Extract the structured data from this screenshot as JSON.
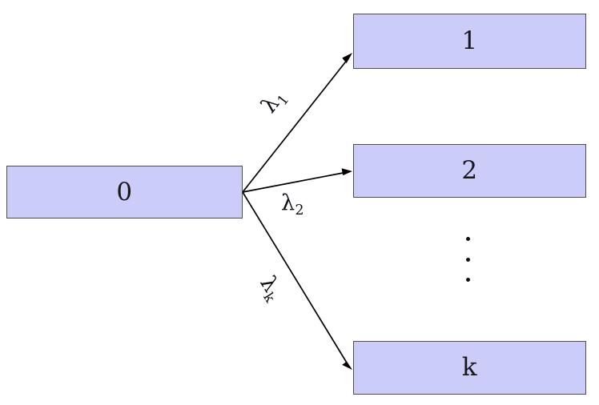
{
  "diagram": {
    "type": "star-topology-node-graph",
    "background_color": "#ffffff",
    "node_fill_color": "#ccccf8",
    "node_border_color": "#4d4d55",
    "edge_color": "#000000",
    "text_color": "#17171d"
  },
  "nodes": [
    {
      "id": "0",
      "label": "0"
    },
    {
      "id": "1",
      "label": "1"
    },
    {
      "id": "2",
      "label": "2"
    },
    {
      "id": "k",
      "label": "k"
    }
  ],
  "edges": [
    {
      "from": "0",
      "to": "1",
      "label_base": "λ",
      "label_sub": "1",
      "label_rotation_deg": -52
    },
    {
      "from": "0",
      "to": "2",
      "label_base": "λ",
      "label_sub": "2",
      "label_rotation_deg": 0
    },
    {
      "from": "0",
      "to": "k",
      "label_base": "λ",
      "label_sub": "k",
      "label_rotation_deg": 58
    }
  ],
  "ellipsis": {
    "name": "vertical-dots",
    "glyph": "⋮",
    "dot_count": 3
  }
}
